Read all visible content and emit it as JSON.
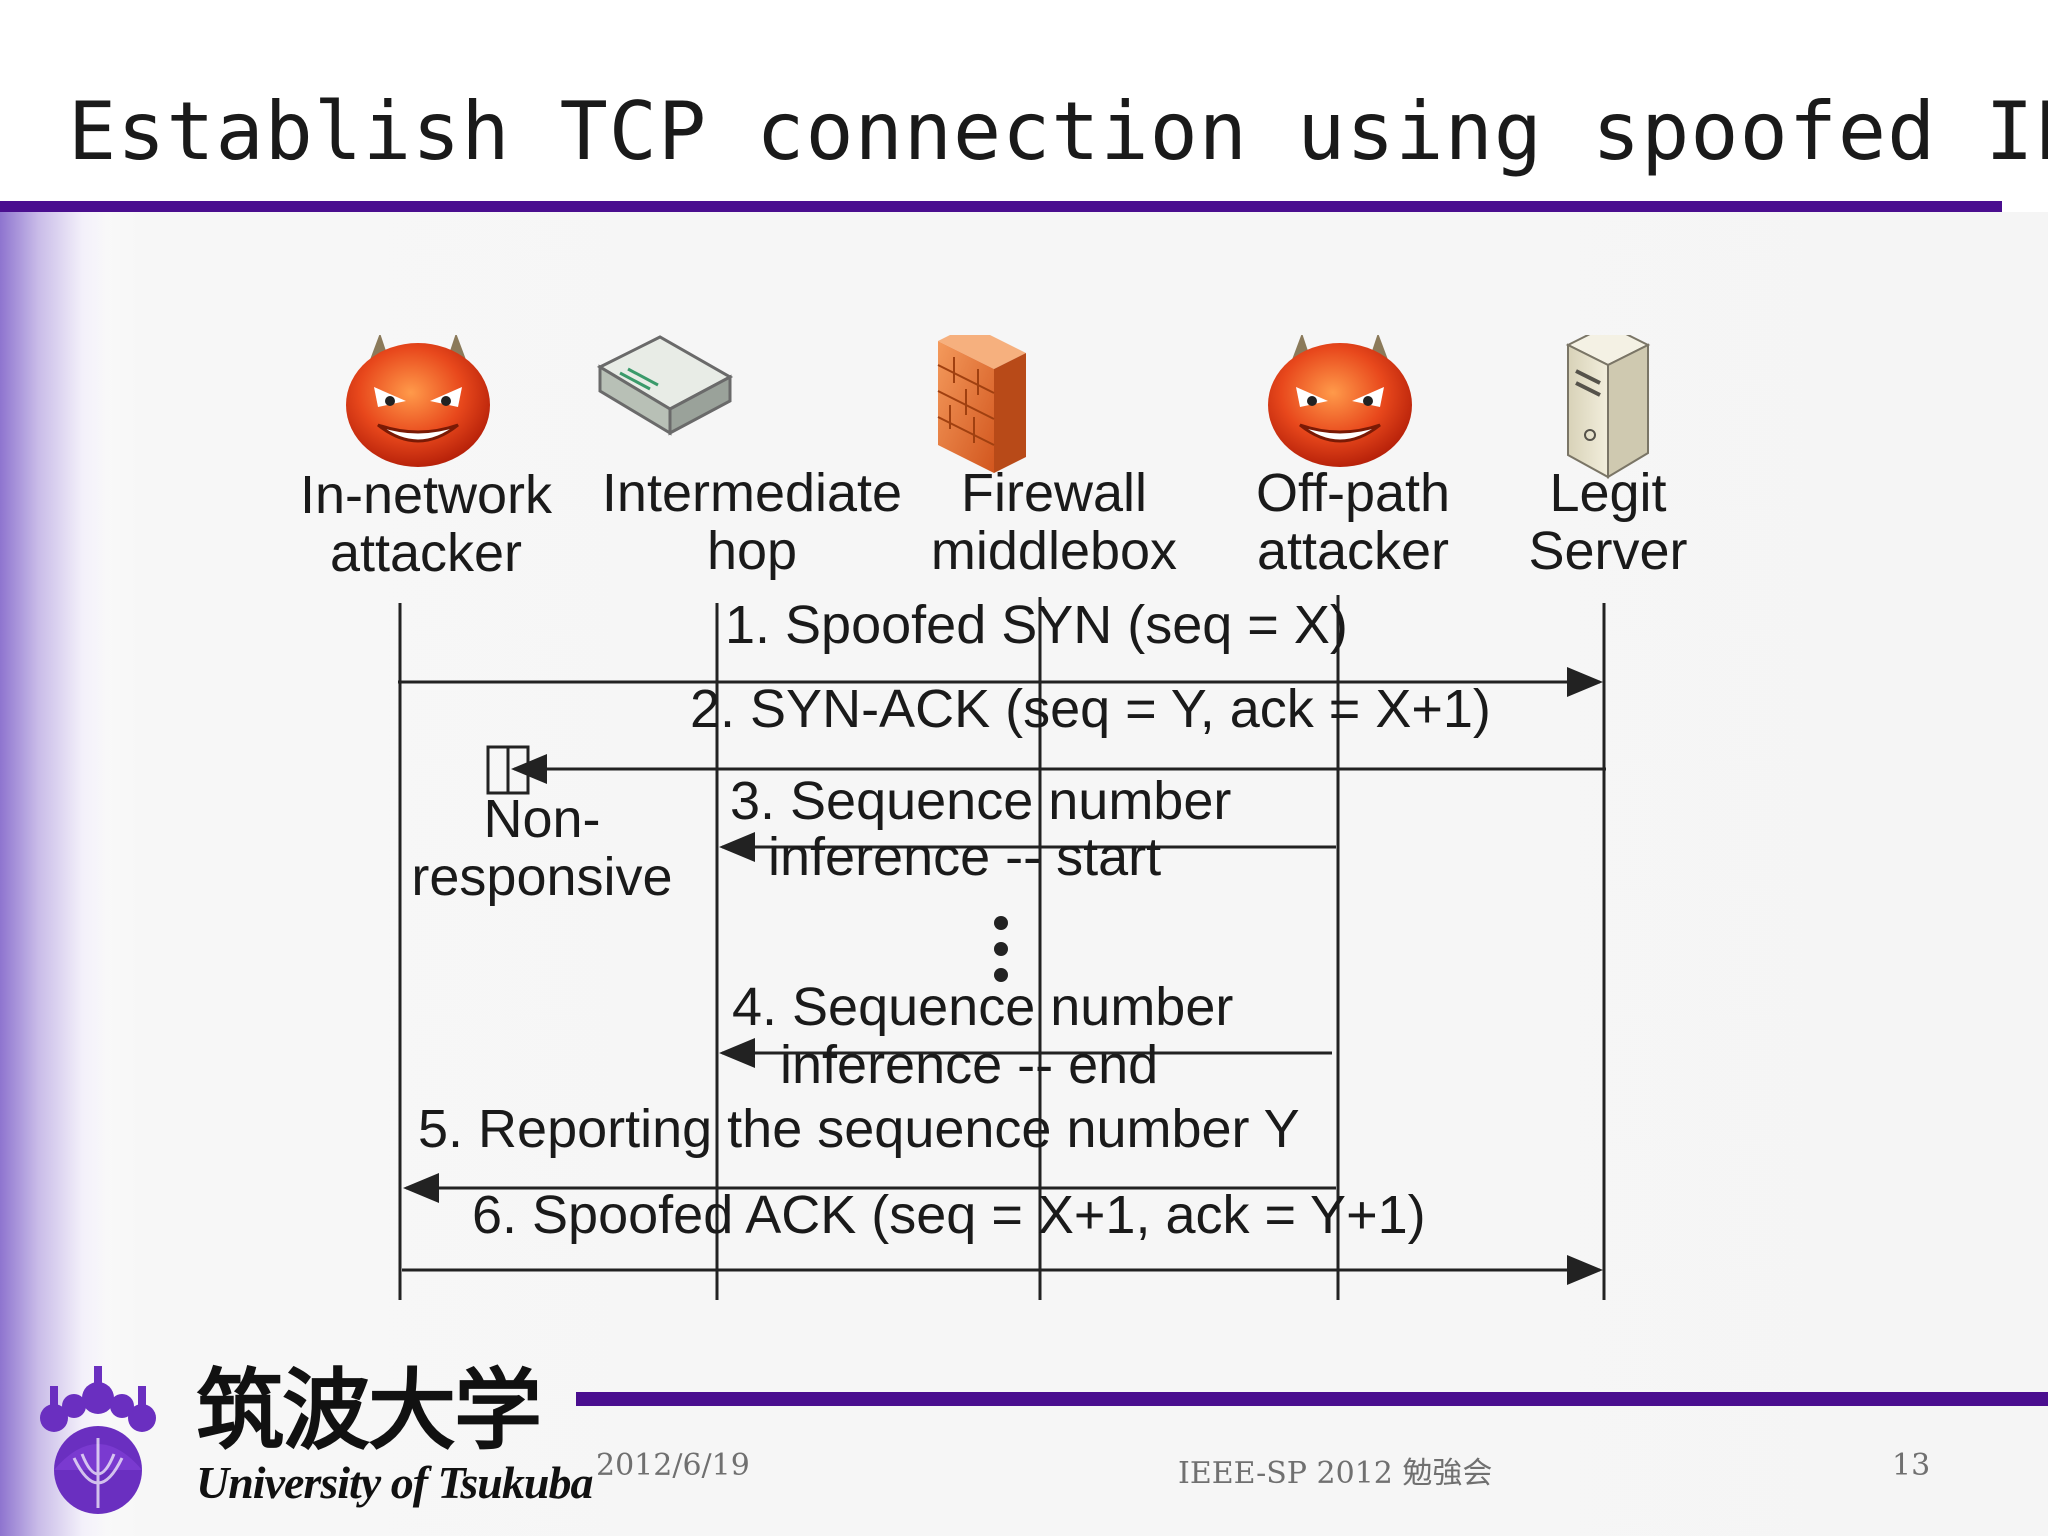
{
  "slide": {
    "title": "Establish TCP connection using spoofed IPs"
  },
  "diagram": {
    "entities": [
      {
        "line1": "In-network",
        "line2": "attacker",
        "icon": "devil-face-icon"
      },
      {
        "line1": "Intermediate",
        "line2": "hop",
        "icon": "router-icon"
      },
      {
        "line1": "Firewall",
        "line2": "middlebox",
        "icon": "firewall-icon"
      },
      {
        "line1": "Off-path",
        "line2": "attacker",
        "icon": "devil-face-icon"
      },
      {
        "line1": "Legit",
        "line2": "Server",
        "icon": "server-icon"
      }
    ],
    "messages": [
      {
        "label": "1. Spoofed SYN (seq = X)"
      },
      {
        "label": "2. SYN-ACK (seq = Y, ack = X+1)"
      },
      {
        "label_line1": "3. Sequence number",
        "label_line2": "inference -- start"
      },
      {
        "label_line1": "4. Sequence number",
        "label_line2": "inference -- end"
      },
      {
        "label": "5. Reporting the sequence number Y"
      },
      {
        "label": "6. Spoofed ACK (seq = X+1, ack = Y+1)"
      }
    ],
    "non_responsive": {
      "line1": "Non-",
      "line2": "responsive"
    },
    "ellipsis": "⋮"
  },
  "footer": {
    "date": "2012/6/19",
    "event": "IEEE-SP 2012 勉強会",
    "page_number": "13"
  },
  "logo": {
    "kanji": "筑波大学",
    "english": "University of Tsukuba"
  },
  "colors": {
    "accent": "#4a0e8f",
    "devil_face": "#e8481c",
    "firewall": "#e8743a"
  }
}
